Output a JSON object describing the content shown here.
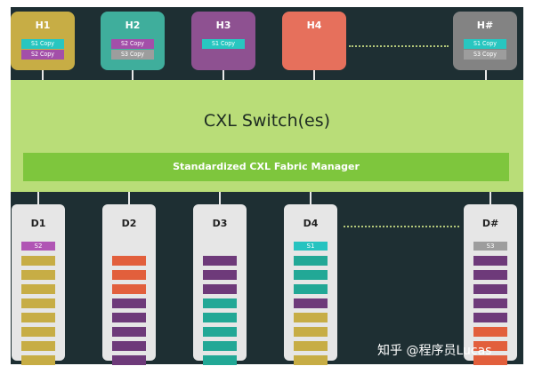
{
  "hosts": [
    {
      "name": "H1",
      "color": "#c7ad45",
      "tags": [
        {
          "text": "S1 Copy",
          "color": "#28c6c0"
        },
        {
          "text": "S2 Copy",
          "color": "#a34fa9"
        }
      ]
    },
    {
      "name": "H2",
      "color": "#3fae9c",
      "tags": [
        {
          "text": "S2 Copy",
          "color": "#a34fa9"
        },
        {
          "text": "S3 Copy",
          "color": "#9d9d9d"
        }
      ]
    },
    {
      "name": "H3",
      "color": "#8e5191",
      "tags": [
        {
          "text": "S1 Copy",
          "color": "#28c6c0"
        }
      ]
    },
    {
      "name": "H4",
      "color": "#e6705c",
      "tags": []
    },
    {
      "name": "H#",
      "color": "#838383",
      "tags": [
        {
          "text": "S1 Copy",
          "color": "#28c6c0"
        },
        {
          "text": "S3 Copy",
          "color": "#9d9d9d"
        }
      ]
    }
  ],
  "switch": {
    "title": "CXL Switch(es)",
    "fabric_manager": "Standardized CXL Fabric Manager"
  },
  "devices": [
    {
      "name": "D1",
      "tag": {
        "text": "S2",
        "color": "#b055b4"
      },
      "slots": [
        "#c7ad45",
        "#c7ad45",
        "#c7ad45",
        "#c7ad45",
        "#c7ad45",
        "#c7ad45",
        "#c7ad45",
        "#c7ad45"
      ]
    },
    {
      "name": "D2",
      "tag": null,
      "slots": [
        "#e25f3c",
        "#e25f3c",
        "#e25f3c",
        "#6e3a7a",
        "#6e3a7a",
        "#6e3a7a",
        "#6e3a7a",
        "#6e3a7a"
      ]
    },
    {
      "name": "D3",
      "tag": null,
      "slots": [
        "#6e3a7a",
        "#6e3a7a",
        "#6e3a7a",
        "#22a896",
        "#22a896",
        "#22a896",
        "#22a896",
        "#22a896"
      ]
    },
    {
      "name": "D4",
      "tag": {
        "text": "S1",
        "color": "#26c3c0"
      },
      "slots": [
        "#22a896",
        "#22a896",
        "#22a896",
        "#6e3a7a",
        "#c7ad45",
        "#c7ad45",
        "#c7ad45",
        "#c7ad45"
      ]
    },
    {
      "name": "D#",
      "tag": {
        "text": "S3",
        "color": "#9d9d9d"
      },
      "slots": [
        "#6e3a7a",
        "#6e3a7a",
        "#6e3a7a",
        "#6e3a7a",
        "#6e3a7a",
        "#e25f3c",
        "#e25f3c",
        "#e25f3c"
      ]
    }
  ],
  "watermark": "知乎 @程序员Lucas"
}
